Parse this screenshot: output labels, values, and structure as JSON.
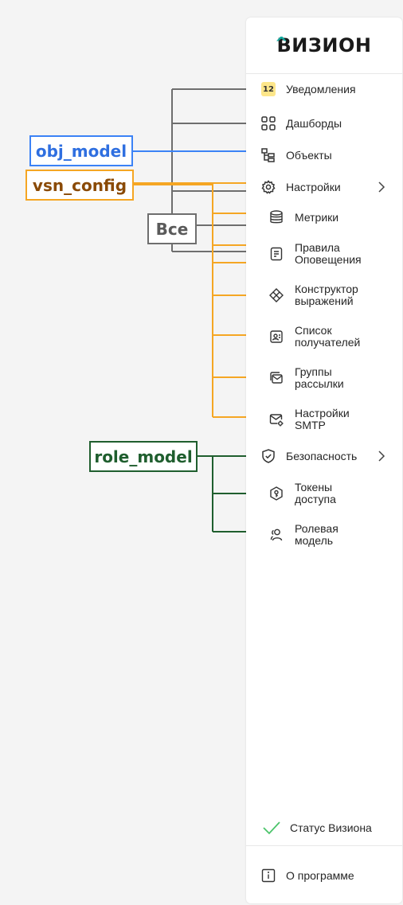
{
  "logo": {
    "mark": "^",
    "name": "ВИЗИОН"
  },
  "roles": {
    "obj_model": "obj_model",
    "vsn_config": "vsn_config",
    "all": "Все",
    "role_model": "role_model"
  },
  "colors": {
    "obj_model": "#3b82f6",
    "vsn_config": "#f5a623",
    "all": "#6e6e6e",
    "role_model": "#1f5e2e",
    "brand": "#13a89e"
  },
  "menu": {
    "notifications": {
      "badge": "12",
      "label": "Уведомления",
      "icon": "badge-icon"
    },
    "dashboards": {
      "label": "Дашборды",
      "icon": "grid-icon"
    },
    "objects": {
      "label": "Объекты",
      "icon": "hierarchy-icon"
    },
    "settings": {
      "label": "Настройки",
      "icon": "gear-icon"
    },
    "metrics": {
      "label": "Метрики",
      "icon": "database-icon"
    },
    "alert_rules": {
      "label1": "Правила",
      "label2": "Оповещения",
      "icon": "document-icon"
    },
    "expr_builder": {
      "label1": "Конструктор",
      "label2": "выражений",
      "icon": "diamond-icon"
    },
    "recipients": {
      "label1": "Список",
      "label2": "получателей",
      "icon": "contact-list-icon"
    },
    "mail_groups": {
      "label1": "Группы",
      "label2": "рассылки",
      "icon": "mail-group-icon"
    },
    "smtp": {
      "label1": "Настройки",
      "label2": "SMTP",
      "icon": "mail-gear-icon"
    },
    "security": {
      "label": "Безопасность",
      "icon": "shield-icon"
    },
    "tokens": {
      "label1": "Токены",
      "label2": "доступа",
      "icon": "token-icon"
    },
    "role_model": {
      "label1": "Ролевая",
      "label2": "модель",
      "icon": "users-icon"
    }
  },
  "footer": {
    "status": {
      "label": "Статус Визиона",
      "icon": "check-icon"
    },
    "about": {
      "label": "О программе",
      "icon": "info-icon"
    }
  }
}
